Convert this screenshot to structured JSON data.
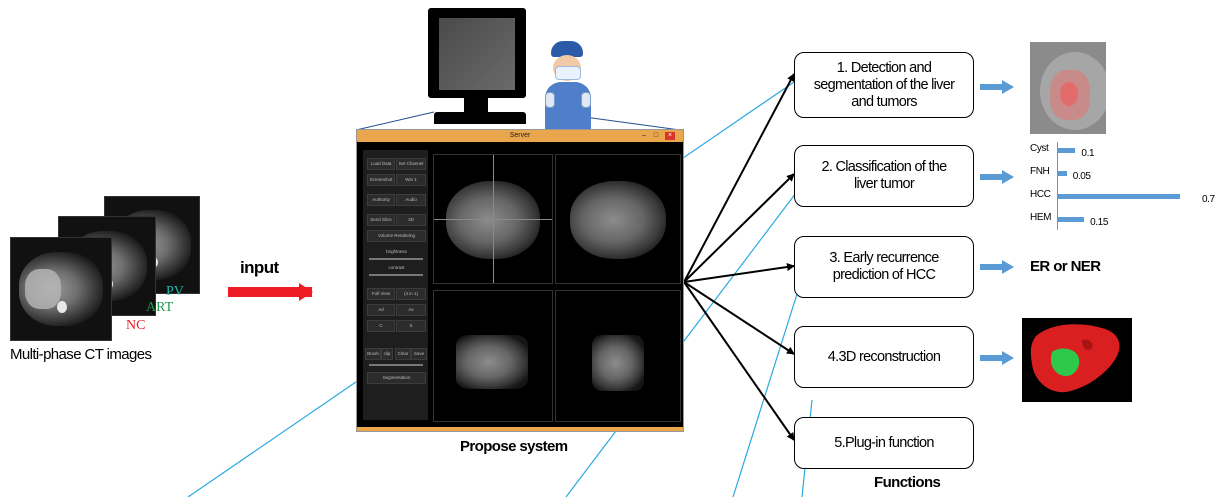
{
  "input_side": {
    "phases": {
      "pv": "PV",
      "art": "ART",
      "nc": "NC"
    },
    "caption": "Multi-phase CT images",
    "input_label": "input"
  },
  "system": {
    "window_title": "Server",
    "caption": "Propose system",
    "panel_buttons": [
      "Load Data",
      "Set Channel",
      "Screenshot",
      "Win 1",
      "Authority",
      "Audio",
      "Send Slice",
      "3D",
      "Volume Rendering",
      "brightness",
      "contrast",
      "Full View",
      "(4 in 1)",
      "Ad",
      "Ax",
      "C",
      "S",
      "Brush",
      "clip",
      "Clear",
      "Save",
      "Segmentation"
    ]
  },
  "functions": {
    "title": "Functions",
    "items": [
      {
        "label": "1. Detection and segmentation of the liver and tumors"
      },
      {
        "label": "2. Classification of the liver tumor"
      },
      {
        "label": "3. Early recurrence prediction of HCC"
      },
      {
        "label": "4.3D reconstruction"
      },
      {
        "label": "5.Plug-in function"
      }
    ]
  },
  "outputs": {
    "recurrence_result": "ER or NER",
    "colors": {
      "arrow_red": "#ee1c24",
      "arrow_blue": "#5b9bd5",
      "guide_lines": "#29a9e0",
      "liver_red": "#d91f1f",
      "tumor_green": "#2ec84a"
    }
  },
  "chart_data": {
    "type": "bar",
    "orientation": "horizontal",
    "categories": [
      "Cyst",
      "FNH",
      "HCC",
      "HEM"
    ],
    "values": [
      0.1,
      0.05,
      0.7,
      0.15
    ],
    "value_labels": [
      "0.1",
      "0.05",
      "0.7",
      "0.15"
    ],
    "title": "",
    "xlabel": "",
    "ylabel": "",
    "xlim": [
      0,
      0.7
    ],
    "grid": false
  }
}
